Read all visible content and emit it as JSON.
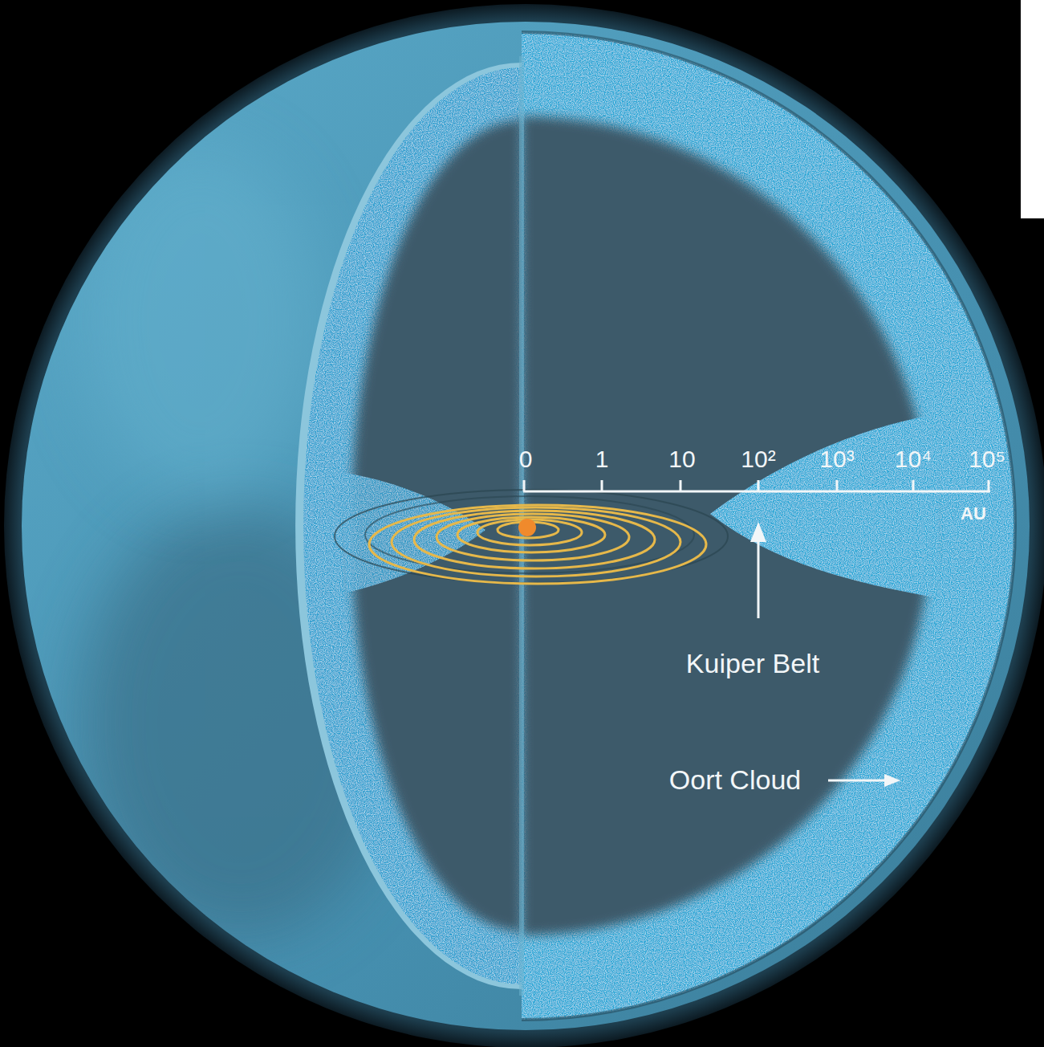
{
  "diagram": {
    "labels": [
      "0",
      "1",
      "10",
      "10²",
      "10³",
      "10⁴",
      "10⁵",
      "AU",
      "Kuiper Belt",
      "Oort Cloud"
    ]
  }
}
